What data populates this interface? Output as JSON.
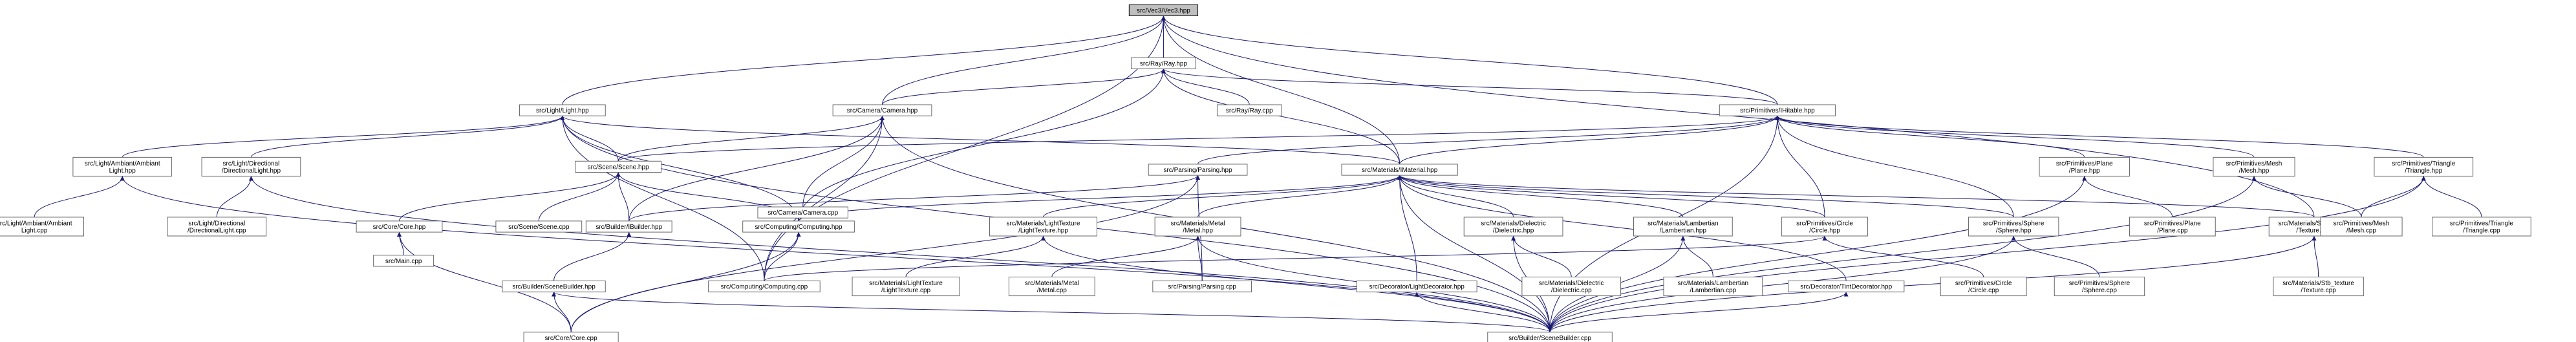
{
  "colors": {
    "edge": "#191970",
    "node_border": "#666666",
    "root_fill": "#bfbfbf",
    "background": "#ffffff"
  },
  "nodes": [
    {
      "id": "vec3",
      "lines": [
        "src/Vec3/Vec3.hpp"
      ],
      "root": true
    },
    {
      "id": "ray",
      "lines": [
        "src/Ray/Ray.hpp"
      ]
    },
    {
      "id": "raycpp",
      "lines": [
        "src/Ray/Ray.cpp"
      ]
    },
    {
      "id": "light",
      "lines": [
        "src/Light/Light.hpp"
      ]
    },
    {
      "id": "camera",
      "lines": [
        "src/Camera/Camera.hpp"
      ]
    },
    {
      "id": "ihit",
      "lines": [
        "src/Primitives/IHitable.hpp"
      ]
    },
    {
      "id": "ambient",
      "lines": [
        "src/Light/Ambiant/Ambiant",
        "Light.hpp"
      ]
    },
    {
      "id": "directional",
      "lines": [
        "src/Light/Directional",
        "/DirectionalLight.hpp"
      ]
    },
    {
      "id": "scene",
      "lines": [
        "src/Scene/Scene.hpp"
      ]
    },
    {
      "id": "cameracpp",
      "lines": [
        "src/Camera/Camera.cpp"
      ]
    },
    {
      "id": "parsing",
      "lines": [
        "src/Parsing/Parsing.hpp"
      ]
    },
    {
      "id": "imaterial",
      "lines": [
        "src/Materials/IMaterial.hpp"
      ]
    },
    {
      "id": "planehpp",
      "lines": [
        "src/Primitives/Plane",
        "/Plane.hpp"
      ]
    },
    {
      "id": "meshhpp",
      "lines": [
        "src/Primitives/Mesh",
        "/Mesh.hpp"
      ]
    },
    {
      "id": "trianglehpp",
      "lines": [
        "src/Primitives/Triangle",
        "/Triangle.hpp"
      ]
    },
    {
      "id": "ambientcpp",
      "lines": [
        "src/Light/Ambiant/Ambiant",
        "Light.cpp"
      ]
    },
    {
      "id": "directionalcpp",
      "lines": [
        "src/Light/Directional",
        "/DirectionalLight.cpp"
      ]
    },
    {
      "id": "corehpp",
      "lines": [
        "src/Core/Core.hpp"
      ]
    },
    {
      "id": "scenecpp",
      "lines": [
        "src/Scene/Scene.cpp"
      ]
    },
    {
      "id": "ibuilder",
      "lines": [
        "src/Builder/IBuilder.hpp"
      ]
    },
    {
      "id": "computinghpp",
      "lines": [
        "src/Computing/Computing.hpp"
      ]
    },
    {
      "id": "lighttexhpp",
      "lines": [
        "src/Materials/LightTexture",
        "/LightTexture.hpp"
      ]
    },
    {
      "id": "metalhpp",
      "lines": [
        "src/Materials/Metal",
        "/Metal.hpp"
      ]
    },
    {
      "id": "dielectrichpp",
      "lines": [
        "src/Materials/Dielectric",
        "/Dielectric.hpp"
      ]
    },
    {
      "id": "lambertianhpp",
      "lines": [
        "src/Materials/Lambertian",
        "/Lambertian.hpp"
      ]
    },
    {
      "id": "circlehpp",
      "lines": [
        "src/Primitives/Circle",
        "/Circle.hpp"
      ]
    },
    {
      "id": "spherehpp",
      "lines": [
        "src/Primitives/Sphere",
        "/Sphere.hpp"
      ]
    },
    {
      "id": "stbhpp",
      "lines": [
        "src/Materials/Stb_texture",
        "/Texture.hpp"
      ]
    },
    {
      "id": "planecpp",
      "lines": [
        "src/Primitives/Plane",
        "/Plane.cpp"
      ]
    },
    {
      "id": "meshcpp",
      "lines": [
        "src/Primitives/Mesh",
        "/Mesh.cpp"
      ]
    },
    {
      "id": "trianglecpp",
      "lines": [
        "src/Primitives/Triangle",
        "/Triangle.cpp"
      ]
    },
    {
      "id": "maincpp",
      "lines": [
        "src/Main.cpp"
      ]
    },
    {
      "id": "scenebuilderhpp",
      "lines": [
        "src/Builder/SceneBuilder.hpp"
      ]
    },
    {
      "id": "computingcpp",
      "lines": [
        "src/Computing/Computing.cpp"
      ]
    },
    {
      "id": "lighttexcpp",
      "lines": [
        "src/Materials/LightTexture",
        "/LightTexture.cpp"
      ]
    },
    {
      "id": "metalcpp",
      "lines": [
        "src/Materials/Metal",
        "/Metal.cpp"
      ]
    },
    {
      "id": "parsingcpp",
      "lines": [
        "src/Parsing/Parsing.cpp"
      ]
    },
    {
      "id": "lightdecohpp",
      "lines": [
        "src/Decorator/LightDecorator.hpp"
      ]
    },
    {
      "id": "dielectriccpp",
      "lines": [
        "src/Materials/Dielectric",
        "/Dielectric.cpp"
      ]
    },
    {
      "id": "lambertiancpp",
      "lines": [
        "src/Materials/Lambertian",
        "/Lambertian.cpp"
      ]
    },
    {
      "id": "tintdecohpp",
      "lines": [
        "src/Decorator/TintDecorator.hpp"
      ]
    },
    {
      "id": "circlecpp",
      "lines": [
        "src/Primitives/Circle",
        "/Circle.cpp"
      ]
    },
    {
      "id": "spherecpp",
      "lines": [
        "src/Primitives/Sphere",
        "/Sphere.cpp"
      ]
    },
    {
      "id": "stbcpp",
      "lines": [
        "src/Materials/Stb_texture",
        "/Texture.cpp"
      ]
    },
    {
      "id": "corecpp",
      "lines": [
        "src/Core/Core.cpp"
      ]
    },
    {
      "id": "scenebuildercpp",
      "lines": [
        "src/Builder/SceneBuilder.cpp"
      ]
    }
  ],
  "edges": [
    [
      "vec3",
      "ray"
    ],
    [
      "vec3",
      "camera"
    ],
    [
      "vec3",
      "ihit"
    ],
    [
      "vec3",
      "light"
    ],
    [
      "vec3",
      "imaterial"
    ],
    [
      "vec3",
      "computingcpp"
    ],
    [
      "vec3",
      "stbhpp"
    ],
    [
      "ray",
      "raycpp"
    ],
    [
      "ray",
      "camera"
    ],
    [
      "ray",
      "ihit"
    ],
    [
      "ray",
      "imaterial"
    ],
    [
      "ray",
      "computinghpp"
    ],
    [
      "light",
      "ambient"
    ],
    [
      "light",
      "directional"
    ],
    [
      "light",
      "scene"
    ],
    [
      "light",
      "computinghpp"
    ],
    [
      "light",
      "computingcpp"
    ],
    [
      "light",
      "scenebuildercpp"
    ],
    [
      "light",
      "imaterial"
    ],
    [
      "camera",
      "cameracpp"
    ],
    [
      "camera",
      "scene"
    ],
    [
      "camera",
      "ibuilder"
    ],
    [
      "camera",
      "computingcpp"
    ],
    [
      "camera",
      "scenebuildercpp"
    ],
    [
      "ihit",
      "scene"
    ],
    [
      "ihit",
      "parsing"
    ],
    [
      "ihit",
      "imaterial"
    ],
    [
      "ihit",
      "planehpp"
    ],
    [
      "ihit",
      "meshhpp"
    ],
    [
      "ihit",
      "trianglehpp"
    ],
    [
      "ihit",
      "circlehpp"
    ],
    [
      "ihit",
      "spherehpp"
    ],
    [
      "ihit",
      "scenebuildercpp"
    ],
    [
      "ambient",
      "ambientcpp"
    ],
    [
      "ambient",
      "scenebuildercpp"
    ],
    [
      "directional",
      "directionalcpp"
    ],
    [
      "directional",
      "scenebuildercpp"
    ],
    [
      "scene",
      "corehpp"
    ],
    [
      "scene",
      "scenecpp"
    ],
    [
      "scene",
      "ibuilder"
    ],
    [
      "scene",
      "computinghpp"
    ],
    [
      "parsing",
      "ibuilder"
    ],
    [
      "parsing",
      "parsingcpp"
    ],
    [
      "parsing",
      "corecpp"
    ],
    [
      "imaterial",
      "lighttexhpp"
    ],
    [
      "imaterial",
      "metalhpp"
    ],
    [
      "imaterial",
      "dielectrichpp"
    ],
    [
      "imaterial",
      "lambertianhpp"
    ],
    [
      "imaterial",
      "circlehpp"
    ],
    [
      "imaterial",
      "spherehpp"
    ],
    [
      "imaterial",
      "stbhpp"
    ],
    [
      "imaterial",
      "lightdecohpp"
    ],
    [
      "imaterial",
      "tintdecohpp"
    ],
    [
      "imaterial",
      "computinghpp"
    ],
    [
      "imaterial",
      "scenebuildercpp"
    ],
    [
      "planehpp",
      "planecpp"
    ],
    [
      "planehpp",
      "scenebuildercpp"
    ],
    [
      "meshhpp",
      "meshcpp"
    ],
    [
      "meshhpp",
      "scenebuildercpp"
    ],
    [
      "trianglehpp",
      "meshcpp"
    ],
    [
      "trianglehpp",
      "trianglecpp"
    ],
    [
      "trianglehpp",
      "scenebuildercpp"
    ],
    [
      "corehpp",
      "maincpp"
    ],
    [
      "corehpp",
      "corecpp"
    ],
    [
      "ibuilder",
      "scenebuilderhpp"
    ],
    [
      "computinghpp",
      "computingcpp"
    ],
    [
      "computinghpp",
      "corecpp"
    ],
    [
      "scenebuilderhpp",
      "corecpp"
    ],
    [
      "scenebuilderhpp",
      "scenebuildercpp"
    ],
    [
      "lighttexhpp",
      "lighttexcpp"
    ],
    [
      "lighttexhpp",
      "scenebuildercpp"
    ],
    [
      "metalhpp",
      "metalcpp"
    ],
    [
      "metalhpp",
      "parsingcpp"
    ],
    [
      "metalhpp",
      "scenebuildercpp"
    ],
    [
      "dielectrichpp",
      "dielectriccpp"
    ],
    [
      "dielectrichpp",
      "scenebuildercpp"
    ],
    [
      "lambertianhpp",
      "lambertiancpp"
    ],
    [
      "lambertianhpp",
      "scenebuildercpp"
    ],
    [
      "circlehpp",
      "circlecpp"
    ],
    [
      "circlehpp",
      "computingcpp"
    ],
    [
      "spherehpp",
      "spherecpp"
    ],
    [
      "spherehpp",
      "scenebuildercpp"
    ],
    [
      "stbhpp",
      "stbcpp"
    ],
    [
      "stbhpp",
      "scenebuildercpp"
    ],
    [
      "lightdecohpp",
      "scenebuildercpp"
    ],
    [
      "tintdecohpp",
      "scenebuildercpp"
    ]
  ]
}
